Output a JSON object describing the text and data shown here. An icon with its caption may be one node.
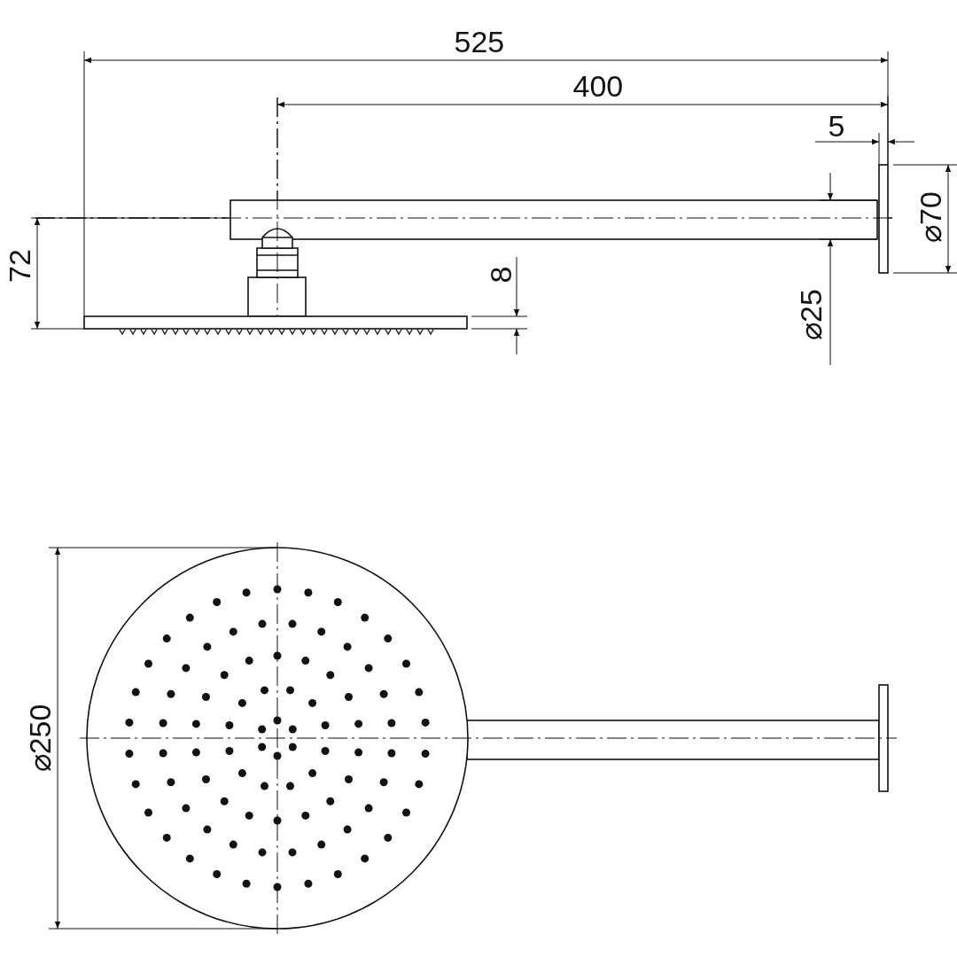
{
  "diagram": {
    "labels": [
      "525",
      "400",
      "5",
      "72",
      "8",
      "⌀70",
      "⌀25",
      "⌀250"
    ]
  }
}
